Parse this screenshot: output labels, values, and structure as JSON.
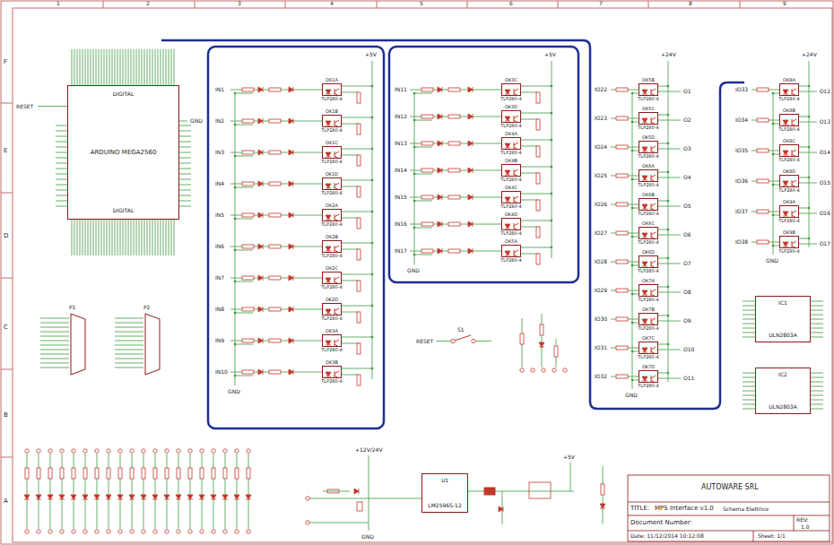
{
  "diagram": {
    "nodes": [
      {
        "text": [
          "DIGITAL",
          "ARDUINO MEGA2560",
          "DIGITAL"
        ]
      },
      {
        "text": [
          "OK1A",
          "TLP280-4"
        ]
      },
      {
        "text": [
          "OK1B",
          "TLP280-4"
        ]
      },
      {
        "text": [
          "OK1C",
          "TLP280-4"
        ]
      },
      {
        "text": [
          "OK1D",
          "TLP280-4"
        ]
      },
      {
        "text": [
          "OK2A",
          "TLP280-4"
        ]
      },
      {
        "text": [
          "OK2B",
          "TLP280-4"
        ]
      },
      {
        "text": [
          "OK2C",
          "TLP280-4"
        ]
      },
      {
        "text": [
          "OK2D",
          "TLP280-4"
        ]
      },
      {
        "text": [
          "OK3A",
          "TLP280-4"
        ]
      },
      {
        "text": [
          "OK3B",
          "TLP280-4"
        ]
      },
      {
        "text": [
          "OK3C",
          "TLP280-4"
        ]
      },
      {
        "text": [
          "OK3D",
          "TLP280-4"
        ]
      },
      {
        "text": [
          "OK4A",
          "TLP280-4"
        ]
      },
      {
        "text": [
          "OK4B",
          "TLP280-4"
        ]
      },
      {
        "text": [
          "OK4C",
          "TLP280-4"
        ]
      },
      {
        "text": [
          "OK4D",
          "TLP280-4"
        ]
      },
      {
        "text": [
          "OK5A",
          "TLP280-4"
        ]
      },
      {
        "text": [
          "OK5B",
          "TLP280-4"
        ]
      },
      {
        "text": [
          "OK5C",
          "TLP280-4"
        ]
      },
      {
        "text": [
          "OK5D",
          "TLP280-4"
        ]
      },
      {
        "text": [
          "OK6A",
          "TLP280-4"
        ]
      },
      {
        "text": [
          "OK6B",
          "TLP280-4"
        ]
      },
      {
        "text": [
          "OK6C",
          "TLP280-4"
        ]
      },
      {
        "text": [
          "OK6D",
          "TLP280-4"
        ]
      },
      {
        "text": [
          "OK7A",
          "TLP280-4"
        ]
      },
      {
        "text": [
          "OK7B",
          "TLP280-4"
        ]
      },
      {
        "text": [
          "OK7C",
          "TLP280-4"
        ]
      },
      {
        "text": [
          "OK7D",
          "TLP280-4"
        ]
      },
      {
        "text": [
          "OK8A",
          "TLP280-4"
        ]
      },
      {
        "text": [
          "OK8B",
          "TLP280-4"
        ]
      },
      {
        "text": [
          "OK8C",
          "TLP280-4"
        ]
      },
      {
        "text": [
          "OK8D",
          "TLP280-4"
        ]
      },
      {
        "text": [
          "OK9A",
          "TLP280-4"
        ]
      },
      {
        "text": [
          "OK9B",
          "TLP280-4"
        ]
      },
      {
        "text": [
          "P1"
        ]
      },
      {
        "text": [
          "P2"
        ]
      },
      {
        "text": [
          "IC1",
          "ULN2803A"
        ]
      },
      {
        "text": [
          "IC2",
          "ULN2803A"
        ]
      },
      {
        "text": [
          "U1",
          "LM2596S-12"
        ]
      }
    ],
    "labels": [
      "1",
      "2",
      "3",
      "4",
      "5",
      "6",
      "7",
      "8",
      "9",
      "F",
      "E",
      "D",
      "C",
      "B",
      "A",
      "IN1",
      "IN2",
      "IN3",
      "IN4",
      "IN5",
      "IN6",
      "IN7",
      "IN8",
      "IN9",
      "IN10",
      "IN11",
      "IN12",
      "IN13",
      "IN14",
      "IN15",
      "IN16",
      "IN17",
      "IO22",
      "IO23",
      "IO24",
      "IO25",
      "IO26",
      "IO27",
      "IO28",
      "IO29",
      "IO30",
      "IO31",
      "IO32",
      "O1",
      "O2",
      "O3",
      "O4",
      "O5",
      "O6",
      "O7",
      "O8",
      "O9",
      "O10",
      "O11",
      "IO33",
      "IO34",
      "IO35",
      "IO36",
      "IO37",
      "IO38",
      "O12",
      "O13",
      "O14",
      "O15",
      "O16",
      "O17",
      "+5V",
      "+5V",
      "+24V",
      "+24V",
      "GND",
      "GND",
      "GND",
      "GND",
      "RESET",
      "GND",
      "RESET",
      "S1",
      "+12V/24V",
      "+5V",
      "GND",
      "AUTOWARE SRL",
      "TITLE:",
      "MPS Interface v1.0",
      "Schema Elettrico",
      "Document Number:",
      "REV:",
      "1.0",
      "Date: 11/12/2014 10:12:08",
      "Sheet: 1/1"
    ]
  }
}
